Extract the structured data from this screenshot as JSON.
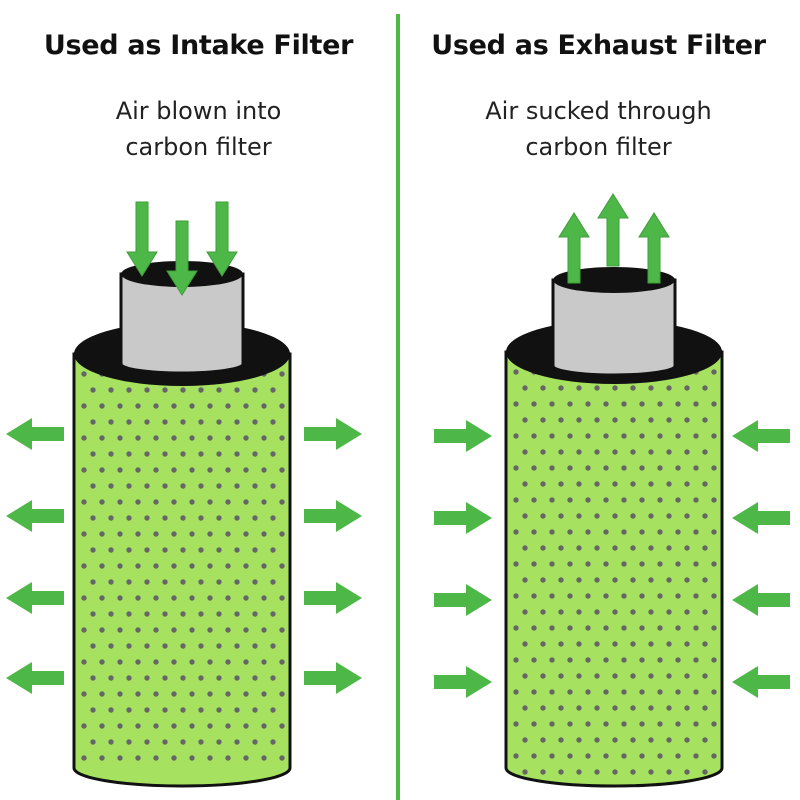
{
  "colors": {
    "arrow_green": "#4db848",
    "filter_green": "#a6e260",
    "dot_gray": "#666666",
    "collar_gray": "#c9c9c9",
    "dark": "#111111",
    "divider_green": "#4db848"
  },
  "panels": {
    "intake": {
      "title": "Used as Intake Filter",
      "subtitle_line1": "Air blown into",
      "subtitle_line2": "carbon filter",
      "top_arrows": "down",
      "side_arrows": "outward",
      "side_arrow_count": 4
    },
    "exhaust": {
      "title": "Used as Exhaust Filter",
      "subtitle_line1": "Air sucked through",
      "subtitle_line2": "carbon filter",
      "top_arrows": "up",
      "side_arrows": "inward",
      "side_arrow_count": 4
    }
  }
}
